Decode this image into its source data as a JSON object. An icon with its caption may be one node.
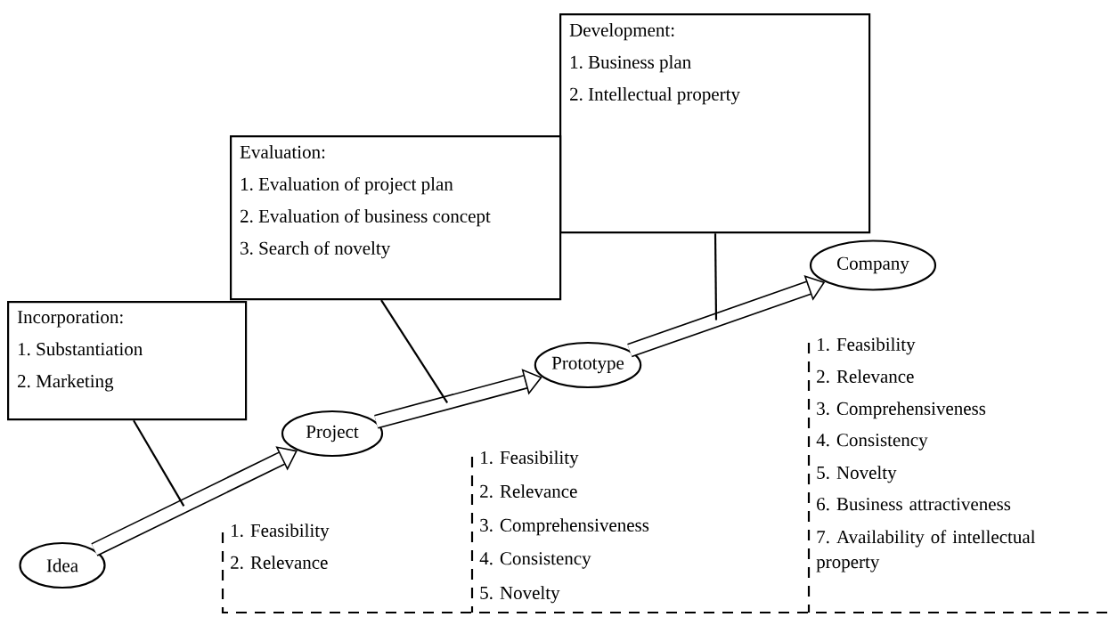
{
  "diagram": {
    "nodes": [
      {
        "text": [
          "Idea"
        ]
      },
      {
        "text": [
          "Project"
        ],
        "beside": [
          "1. Feasibility",
          "2. Relevance"
        ]
      },
      {
        "text": [
          "Prototype"
        ],
        "beside": [
          "1. Feasibility",
          "2. Relevance",
          "3. Comprehensiveness",
          "4. Consistency",
          "5. Novelty"
        ]
      },
      {
        "text": [
          "Company"
        ],
        "beside": [
          "1. Feasibility",
          "2. Relevance",
          "3. Comprehensiveness",
          "4. Consistency",
          "5. Novelty",
          "6. Business attractiveness",
          "7. Availability of intellectual property"
        ]
      },
      {
        "text": [
          "Incorporation:",
          "1. Substantiation",
          "2. Marketing"
        ]
      },
      {
        "text": [
          "Evaluation:",
          "1. Evaluation of project plan",
          "2. Evaluation of business concept",
          "3. Search of novelty"
        ]
      },
      {
        "text": [
          "Development:",
          "1. Business plan",
          "2. Intellectual property"
        ]
      }
    ],
    "edges": [
      {
        "from": 0,
        "to": 1,
        "arrow": "to",
        "style": "thick"
      },
      {
        "from": 1,
        "to": 2,
        "arrow": "to",
        "style": "thick"
      },
      {
        "from": 2,
        "to": 3,
        "arrow": "to",
        "style": "thick"
      },
      {
        "from": 4,
        "to": null,
        "arrow": "none"
      },
      {
        "from": 5,
        "to": null,
        "arrow": "none"
      },
      {
        "from": 6,
        "to": null,
        "arrow": "none"
      }
    ]
  }
}
